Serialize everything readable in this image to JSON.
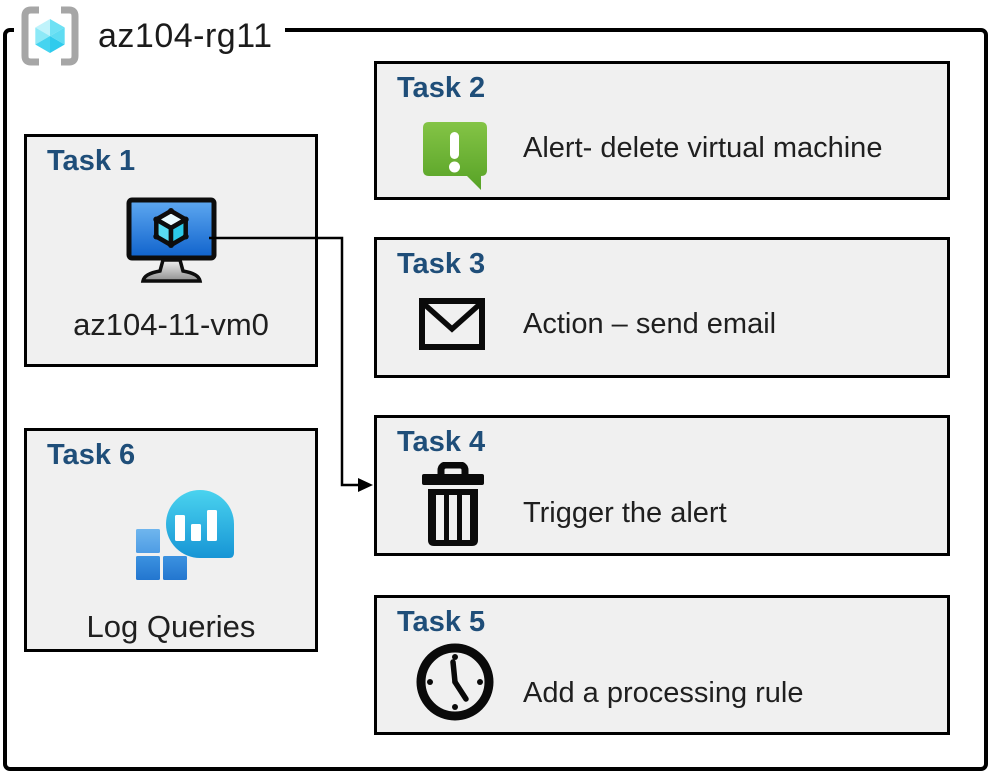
{
  "group": {
    "label": "az104-rg11",
    "icon": "resource-group-icon"
  },
  "tasks": [
    {
      "id": "task1",
      "title": "Task 1",
      "label": "az104-11-vm0",
      "icon": "virtual-machine-icon"
    },
    {
      "id": "task2",
      "title": "Task 2",
      "label": "Alert- delete virtual machine",
      "icon": "alert-icon"
    },
    {
      "id": "task3",
      "title": "Task 3",
      "label": "Action – send email",
      "icon": "email-icon"
    },
    {
      "id": "task4",
      "title": "Task 4",
      "label": "Trigger the alert",
      "icon": "trash-icon"
    },
    {
      "id": "task5",
      "title": "Task 5",
      "label": "Add a processing rule",
      "icon": "clock-icon"
    },
    {
      "id": "task6",
      "title": "Task 6",
      "label": "Log Queries",
      "icon": "log-queries-icon"
    }
  ],
  "connector": {
    "from": "task1",
    "to": "task4"
  },
  "colors": {
    "task_title": "#1f4e79",
    "box_fill": "#f0f0f0",
    "border": "#000000",
    "alert_green": "#6ab42f",
    "vm_screen_blue": "#2a7de1",
    "cube_cyan": "#4fd5ef",
    "log_bubble_teal": "#2ab9e2",
    "log_square_blue": "#2e86d8",
    "bracket_gray": "#a6a6a6"
  }
}
